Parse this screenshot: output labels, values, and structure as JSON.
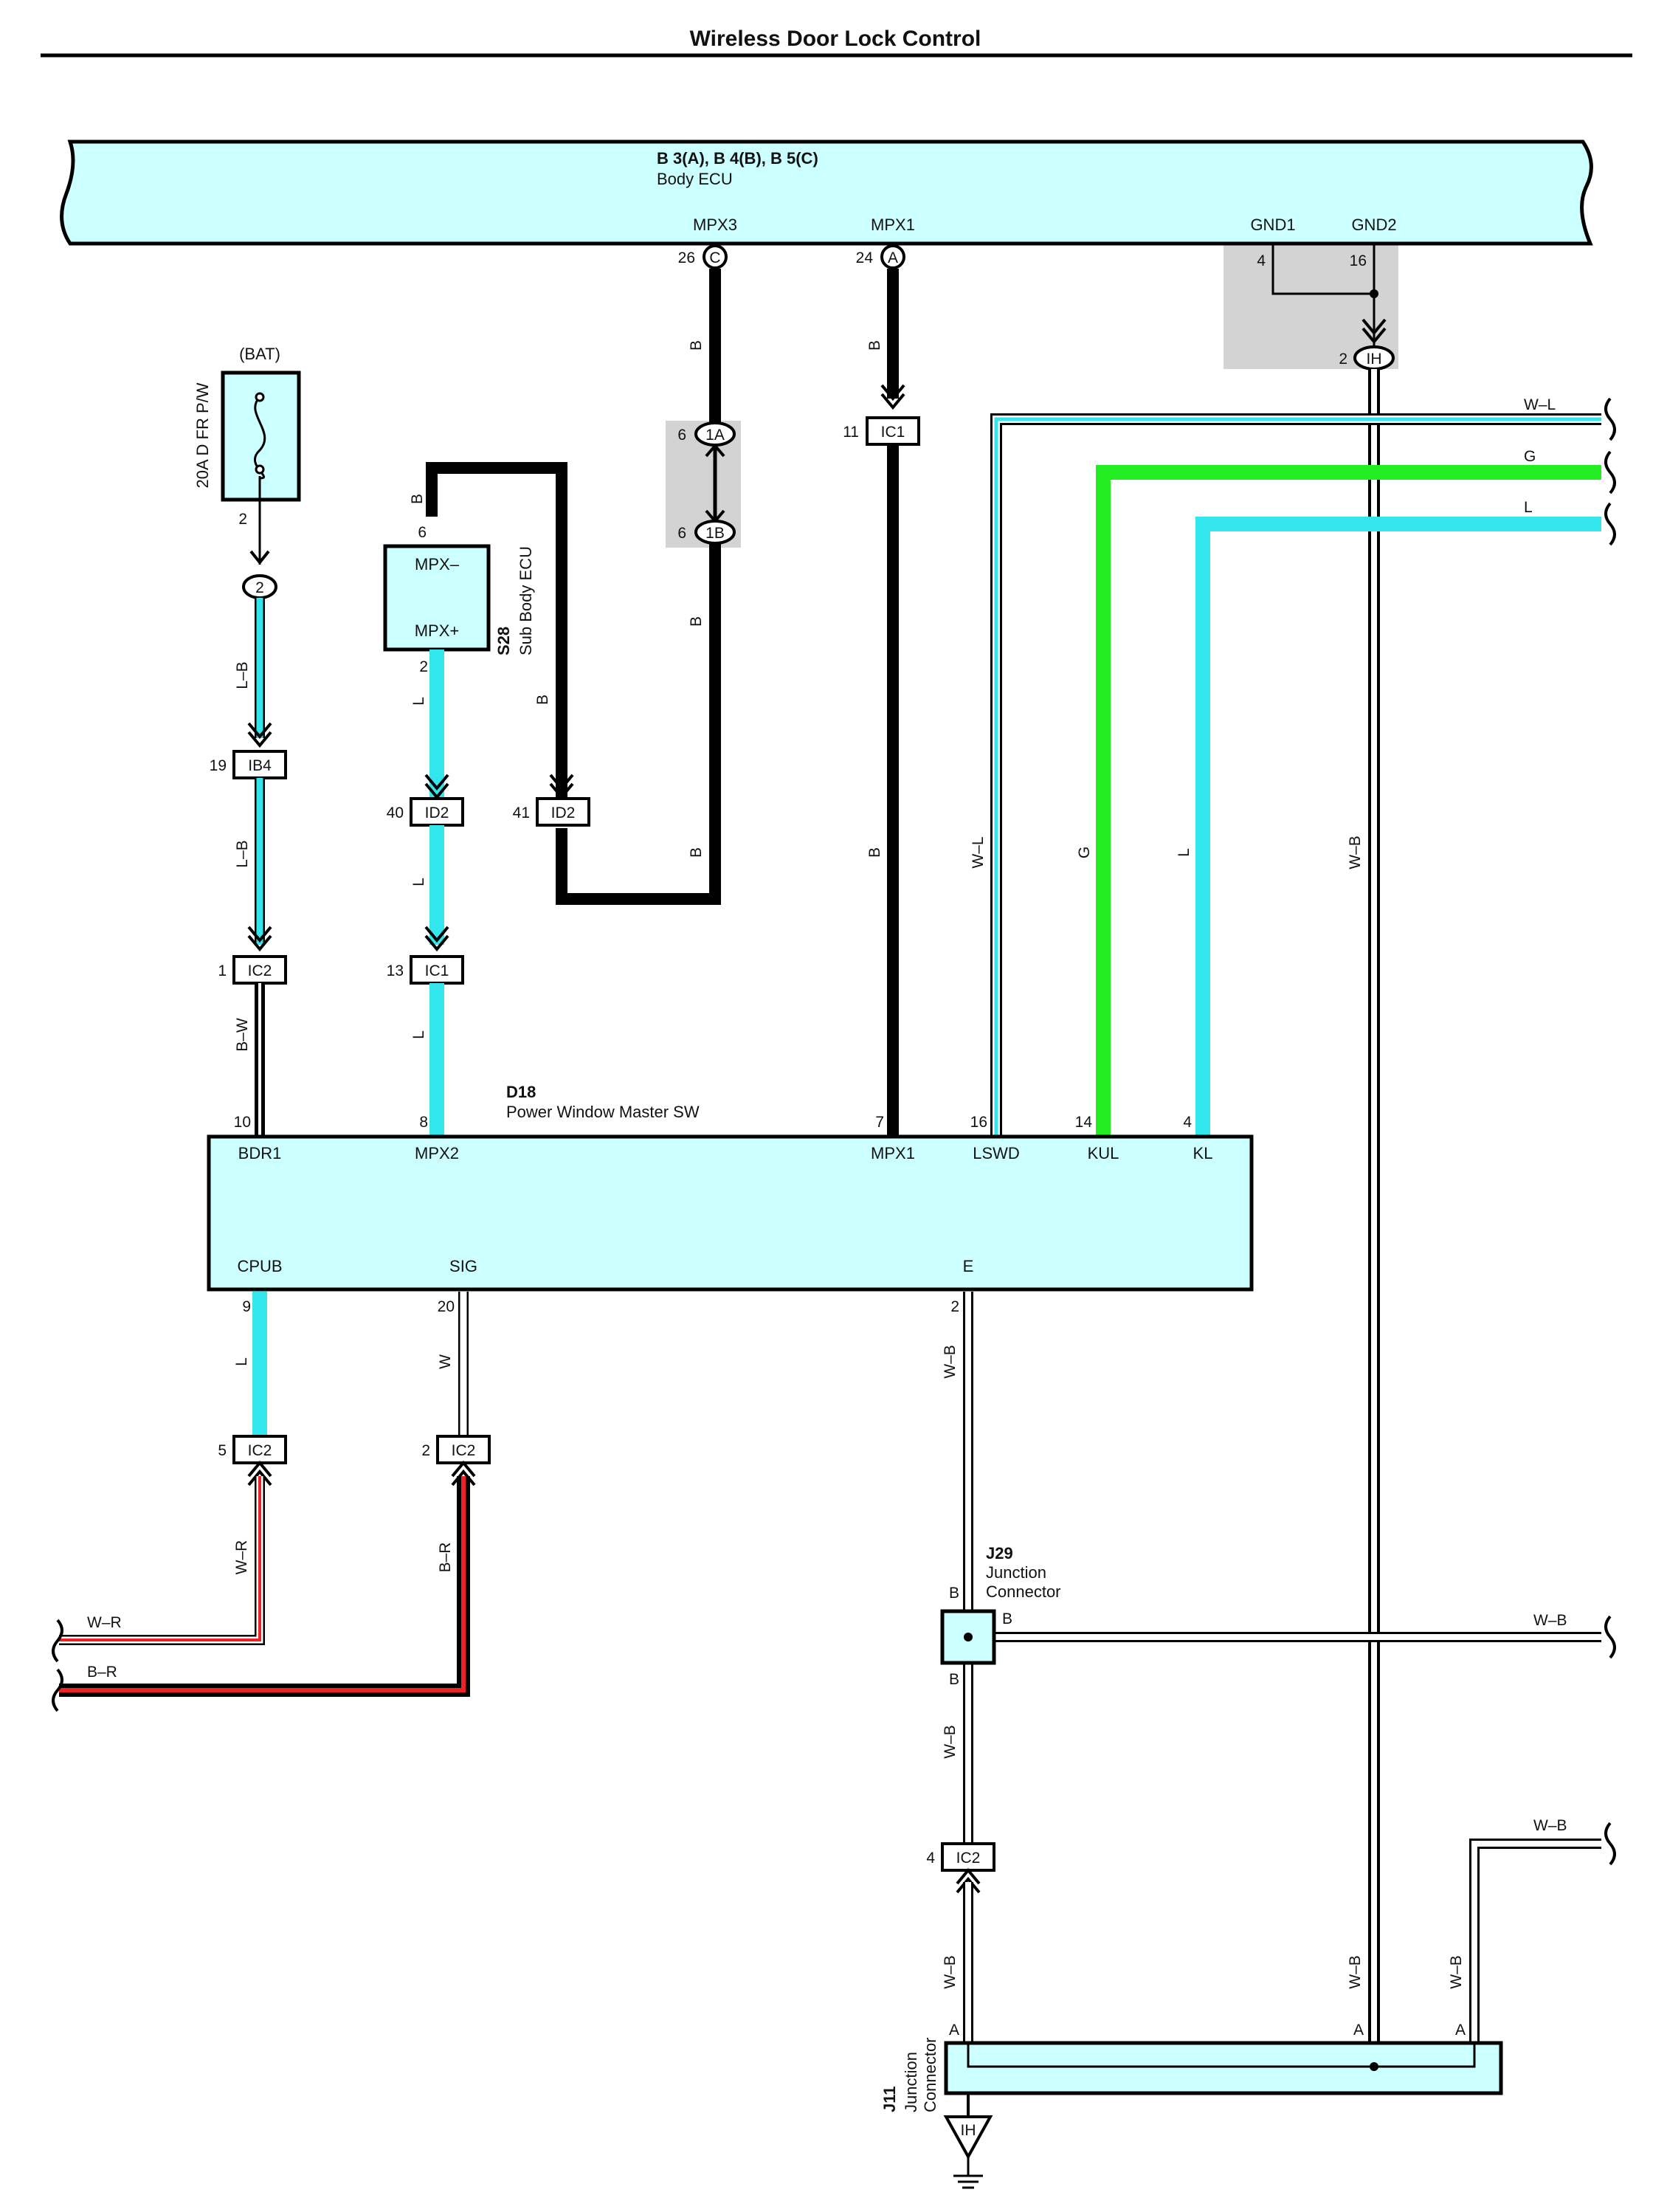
{
  "title": "Wireless Door Lock Control",
  "colors": {
    "component_fill": "#ccffff",
    "L": "#33e6ee",
    "G": "#22ee22",
    "R": "#ee2222",
    "B": "#000000",
    "W": "#ffffff",
    "splice_bg": "#d3d3d3"
  },
  "body_ecu": {
    "id": "B 3(A), B 4(B), B 5(C)",
    "name": "Body ECU",
    "terminals": [
      {
        "name": "MPX3",
        "pin": "26",
        "connector": "C"
      },
      {
        "name": "MPX1",
        "pin": "24",
        "connector": "A"
      },
      {
        "name": "GND1",
        "pin": "4"
      },
      {
        "name": "GND2",
        "pin": "16"
      }
    ]
  },
  "fuse": {
    "source": "(BAT)",
    "name": "20A D FR P/W",
    "pin": "2",
    "connector": "2"
  },
  "sub_body_ecu": {
    "id": "S28",
    "name": "Sub Body ECU",
    "term_top": "MPX–",
    "term_bottom": "MPX+",
    "pin_top": "6",
    "pin_bottom": "2"
  },
  "master_sw": {
    "id": "D18",
    "name": "Power Window Master SW",
    "top_terminals": [
      {
        "name": "BDR1",
        "pin": "10"
      },
      {
        "name": "MPX2",
        "pin": "8"
      },
      {
        "name": "MPX1",
        "pin": "7"
      },
      {
        "name": "LSWD",
        "pin": "16"
      },
      {
        "name": "KUL",
        "pin": "14"
      },
      {
        "name": "KL",
        "pin": "4"
      }
    ],
    "bottom_terminals": [
      {
        "name": "CPUB",
        "pin": "9"
      },
      {
        "name": "SIG",
        "pin": "20"
      },
      {
        "name": "E",
        "pin": "2"
      }
    ]
  },
  "connectors": [
    {
      "label": "1A",
      "pin": "6"
    },
    {
      "label": "1B",
      "pin": "6"
    },
    {
      "label": "IC1",
      "pin": "11"
    },
    {
      "label": "IH",
      "pin": "2"
    },
    {
      "label": "IB4",
      "pin": "19"
    },
    {
      "label": "IC2",
      "pin": "1"
    },
    {
      "label": "ID2",
      "pin": "40"
    },
    {
      "label": "ID2",
      "pin": "41"
    },
    {
      "label": "IC1",
      "pin": "13"
    },
    {
      "label": "IC2",
      "pin": "5"
    },
    {
      "label": "IC2",
      "pin": "2"
    },
    {
      "label": "IC2",
      "pin": "4"
    }
  ],
  "wire_colors": {
    "b": "B",
    "lb": "L–B",
    "l": "L",
    "bw": "B–W",
    "wl": "W–L",
    "g": "G",
    "wb": "W–B",
    "w": "W",
    "wr": "W–R",
    "br": "B–R"
  },
  "j29": {
    "id": "J29",
    "line1": "Junction",
    "line2": "Connector",
    "pin": "B"
  },
  "j11": {
    "id": "J11",
    "line1": "Junction",
    "line2": "Connector",
    "pin": "A"
  },
  "ground": {
    "label": "IH"
  }
}
